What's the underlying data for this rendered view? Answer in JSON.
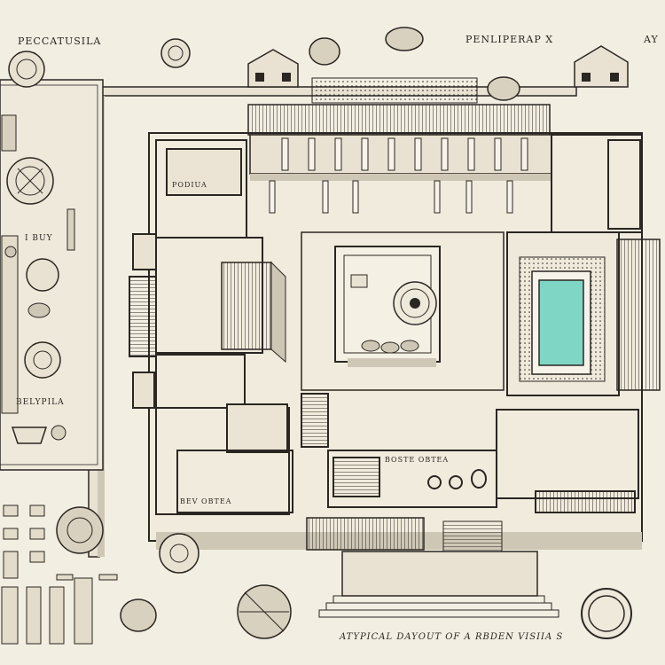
{
  "labels": {
    "top_left": "PECCATUSILA",
    "top_right": "PENLIPERAP X",
    "top_right_edge": "AY",
    "side_a": "I BUY",
    "side_b": "BELYPILA",
    "room_a": "PODIUA",
    "room_b": "BOSTE OBTEA",
    "room_c": "BEV  OBTEA",
    "caption": "ATYPICAL DAYOUT OF A  RBDEN VISIIA S"
  },
  "colors": {
    "paper": "#f3eee2",
    "ink": "#2a2622",
    "wall": "#e9e2d2",
    "pool": "#7fd6c4",
    "shadow": "#cfc7b6"
  },
  "icons": [
    "coin-icon",
    "medallion-icon",
    "urn-icon",
    "bowl-icon",
    "statue-icon",
    "column-icon",
    "house-icon"
  ]
}
